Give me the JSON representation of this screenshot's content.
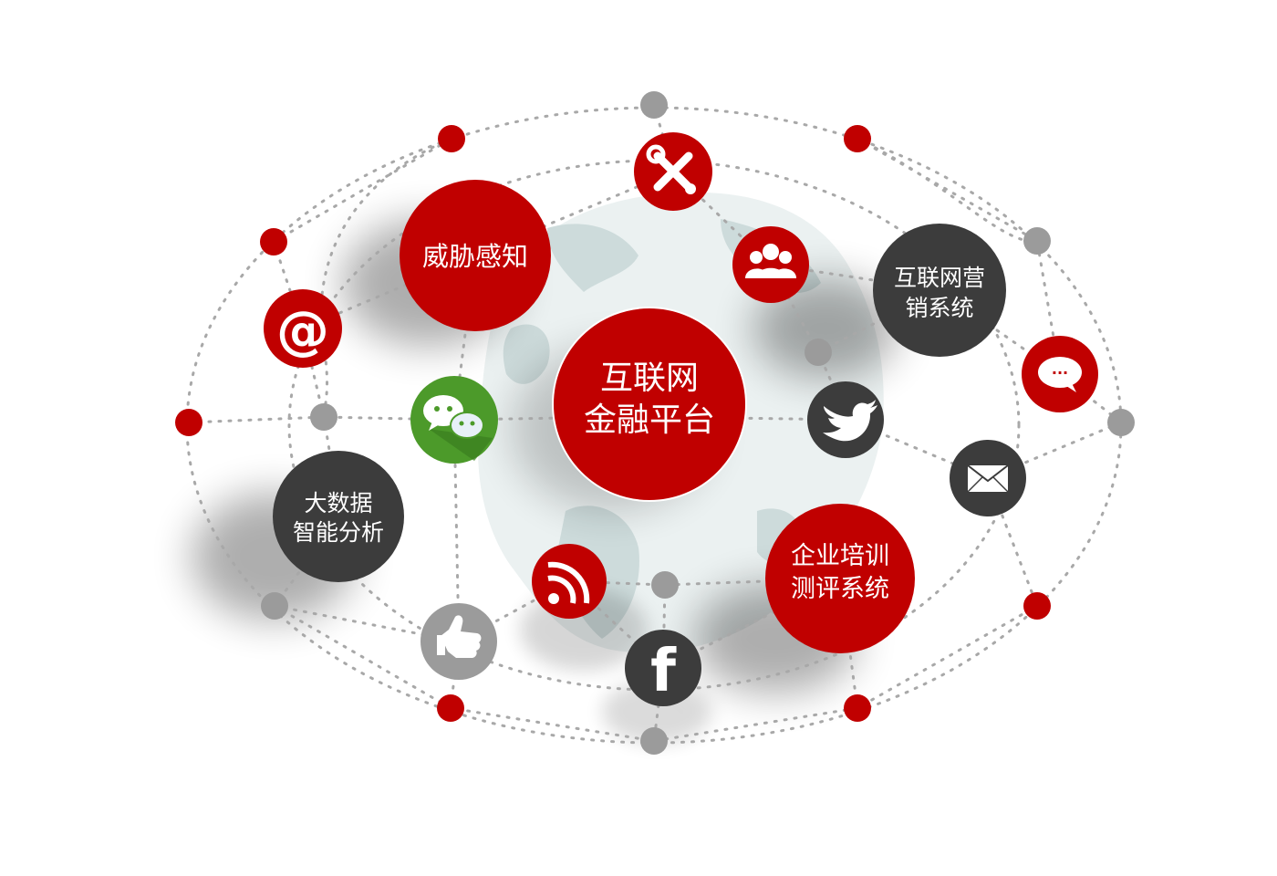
{
  "colors": {
    "red": "#c00000",
    "dark": "#3c3c3c",
    "gray": "#9b9b9b",
    "green": "#4c9a2a",
    "dotline": "#b0b0b0",
    "map": "#cfdcdc"
  },
  "nodes": {
    "center": {
      "line1": "互联网",
      "line2": "金融平台"
    },
    "threat": {
      "line1": "威胁感知"
    },
    "marketing": {
      "line1": "互联网营",
      "line2": "销系统"
    },
    "bigdata": {
      "line1": "大数据",
      "line2": "智能分析"
    },
    "training": {
      "line1": "企业培训",
      "line2": "测评系统"
    }
  },
  "icons": {
    "tools": "wrench-screwdriver-icon",
    "users": "group-users-icon",
    "at": "at-sign-icon",
    "wechat": "wechat-icon",
    "twitter": "twitter-bird-icon",
    "chat": "speech-bubble-icon",
    "mail": "envelope-icon",
    "rss": "rss-feed-icon",
    "like": "thumbs-up-icon",
    "facebook": "facebook-icon"
  },
  "glyphs": {
    "at": "@",
    "facebook": "f",
    "chat": "···"
  }
}
